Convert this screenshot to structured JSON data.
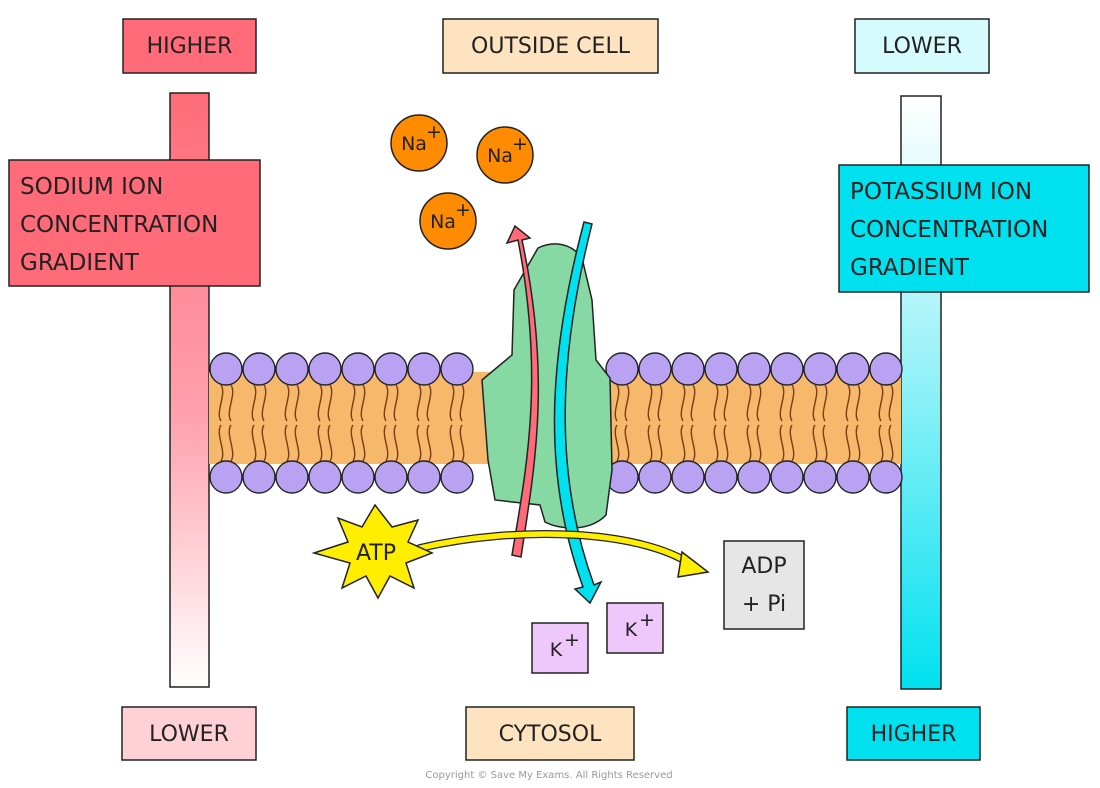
{
  "top": {
    "left_label": "HIGHER",
    "center_label": "OUTSIDE CELL",
    "right_label": "LOWER"
  },
  "bottom": {
    "left_label": "LOWER",
    "center_label": "CYTOSOL",
    "right_label": "HIGHER"
  },
  "sodium_gradient": {
    "lines": [
      "SODIUM ION",
      "CONCENTRATION",
      "GRADIENT"
    ]
  },
  "potassium_gradient": {
    "lines": [
      "POTASSIUM ION",
      "CONCENTRATION",
      "GRADIENT"
    ]
  },
  "ions": {
    "sodium": {
      "symbol": "Na",
      "charge": "+"
    },
    "potassium": {
      "symbol": "K",
      "charge": "+"
    }
  },
  "energy": {
    "atp": "ATP",
    "products": [
      "ADP",
      "+ Pi"
    ]
  },
  "colors": {
    "sodium_red": "#ff6b78",
    "potassium_cyan": "#00e1f0",
    "membrane_head": "#b9a2f2",
    "membrane_tail": "#f6b86b",
    "pump_green": "#86d9a2",
    "ion_orange": "#ff8c00",
    "atp_yellow": "#ffee00"
  },
  "footer": {
    "copyright": "Copyright © Save My Exams. All Rights Reserved"
  }
}
